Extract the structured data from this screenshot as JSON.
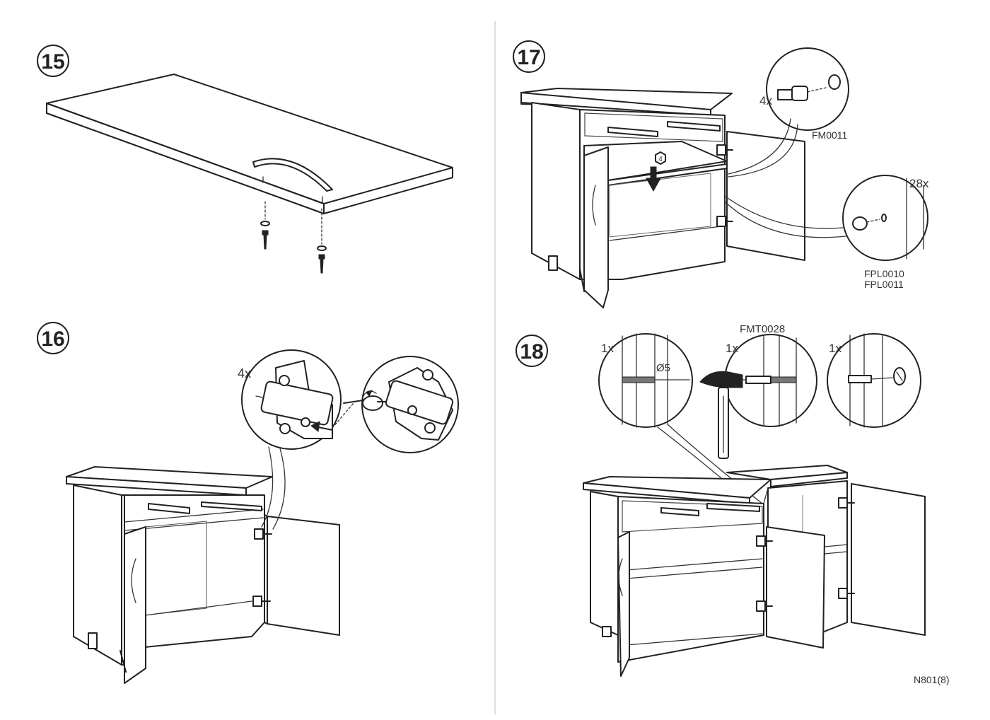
{
  "steps": [
    {
      "number": "15"
    },
    {
      "number": "16",
      "quantity": "4x"
    },
    {
      "number": "17",
      "detail_a": {
        "quantity": "4x",
        "part": "FM0011"
      },
      "drawer_badge": "4",
      "detail_b": {
        "quantity": "28x",
        "parts": [
          "FPL0010",
          "FPL0011"
        ]
      }
    },
    {
      "number": "18",
      "detail_a": {
        "quantity": "1x",
        "drill": "Ø5"
      },
      "detail_b": {
        "quantity": "1x",
        "part": "FMT0028"
      },
      "detail_c": {
        "quantity": "1x"
      }
    }
  ],
  "footer": {
    "page_code": "N801(8)"
  },
  "icons": [
    "hammer-icon",
    "screwdriver-icon",
    "arrow-down-icon",
    "arrow-left-icon",
    "hinge-icon",
    "dowel-icon",
    "screw-icon",
    "handle-icon"
  ]
}
